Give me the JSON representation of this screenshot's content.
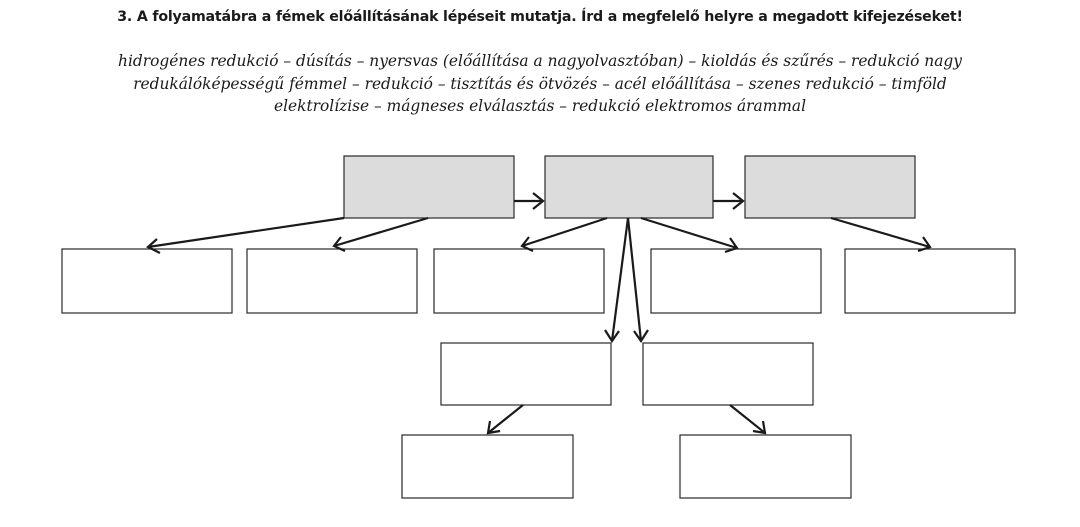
{
  "task": {
    "title": "3. A folyamatábra a fémek előállításának lépéseit mutatja. Írd a megfelelő helyre a megadott kifejezéseket!",
    "word_list_lines": [
      "hidrogénes redukció – dúsítás – nyersvas (előállítása a nagyolvasztóban) – kioldás és szűrés – redukció nagy",
      "redukálóképességű fémmel – redukció – tisztítás és ötvözés – acél előállítása – szenes redukció – timföld",
      "elektrolízise – mágneses elválasztás – redukció elektromos árammal"
    ]
  },
  "diagram": {
    "shaded_boxes": 3,
    "empty_boxes": 9,
    "colors": {
      "shaded_fill": "#dcdcdc",
      "line": "#1a1a1a"
    }
  }
}
